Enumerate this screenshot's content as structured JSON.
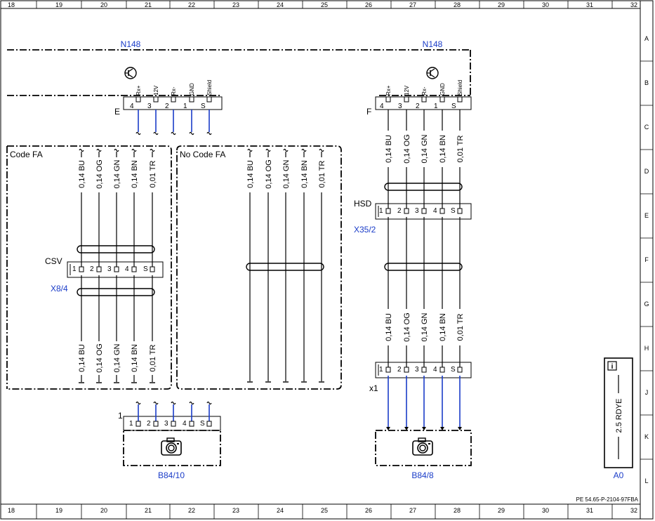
{
  "grid": {
    "columns": [
      "18",
      "19",
      "20",
      "21",
      "22",
      "23",
      "24",
      "25",
      "26",
      "27",
      "28",
      "29",
      "30",
      "31",
      "32"
    ],
    "rows": [
      "A",
      "B",
      "C",
      "D",
      "E",
      "F",
      "G",
      "H",
      "J",
      "K",
      "L"
    ]
  },
  "doc_number": "PE 54.65-P-2104-97FBA",
  "colors": {
    "line": "#000000",
    "blue_label": "#1a3cc8",
    "wire_blue": "#1a3cc8"
  },
  "components": {
    "n148_left": {
      "name": "N148",
      "connector": "E"
    },
    "n148_right": {
      "name": "N148",
      "connector": "F"
    },
    "x8_4": {
      "name": "X8/4",
      "type_label": "CSV"
    },
    "x35_2": {
      "name": "X35/2",
      "type_label": "HSD"
    },
    "b84_10": {
      "name": "B84/10",
      "connector": "1"
    },
    "b84_8": {
      "name": "B84/8",
      "connector": "x1"
    },
    "a0": {
      "name": "A0",
      "wire_label": "2.5 RDYE",
      "info_icon": "i"
    }
  },
  "pin_labels": [
    "Rx+",
    "12V",
    "Rx-",
    "GND",
    "Shield"
  ],
  "pin_numbers_ecu": [
    "4",
    "3",
    "2",
    "1",
    "S"
  ],
  "pin_numbers_conn": [
    "1",
    "2",
    "3",
    "4",
    "S"
  ],
  "wire_labels": [
    "0,14 BU",
    "0,14 OG",
    "0,14 GN",
    "0,14 BN",
    "0,01 TR"
  ],
  "code_boxes": {
    "left": "Code FA",
    "right": "No Code FA"
  }
}
